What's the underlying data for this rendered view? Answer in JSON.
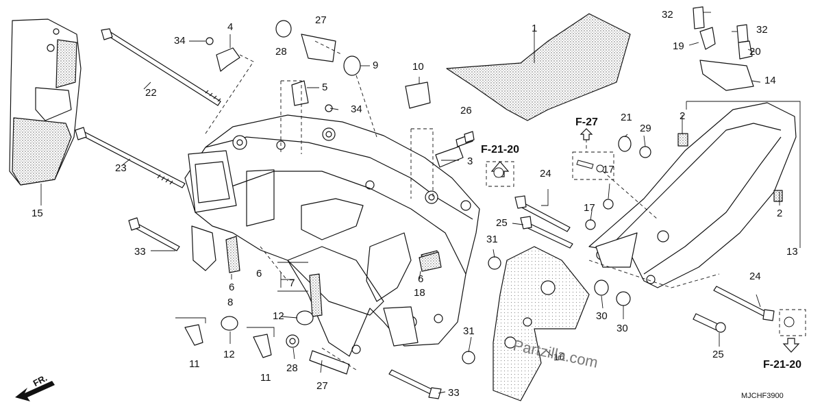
{
  "labels": {
    "p1": "1",
    "p2a": "2",
    "p2b": "2",
    "p3": "3",
    "p4": "4",
    "p5": "5",
    "p6a": "6",
    "p6b": "6",
    "p6c": "6",
    "p7": "7",
    "p8": "8",
    "p9": "9",
    "p10": "10",
    "p11a": "11",
    "p11b": "11",
    "p12a": "12",
    "p12b": "12",
    "p13": "13",
    "p14": "14",
    "p15": "15",
    "p16": "16",
    "p17a": "17",
    "p17b": "17",
    "p18": "18",
    "p19": "19",
    "p20": "20",
    "p21": "21",
    "p22": "22",
    "p23": "23",
    "p24a": "24",
    "p24b": "24",
    "p25a": "25",
    "p25b": "25",
    "p26": "26",
    "p27a": "27",
    "p27b": "27",
    "p28a": "28",
    "p28b": "28",
    "p29": "29",
    "p30a": "30",
    "p30b": "30",
    "p31a": "31",
    "p31b": "31",
    "p32a": "32",
    "p32b": "32",
    "p33a": "33",
    "p33b": "33",
    "p34a": "34",
    "p34b": "34"
  },
  "refs": {
    "f2120_top": "F-21-20",
    "f27": "F-27",
    "f2120_bottom": "F-21-20"
  },
  "direction": "FR.",
  "diagram_code": "MJCHF3900",
  "watermark": "Partzilla.com"
}
